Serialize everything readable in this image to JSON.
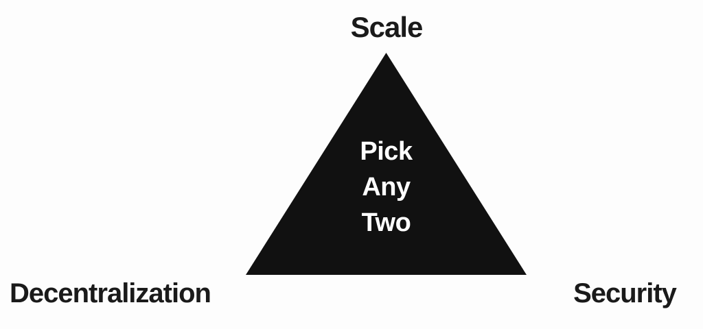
{
  "diagram": {
    "top_label": "Scale",
    "bottom_left_label": "Decentralization",
    "bottom_right_label": "Security",
    "triangle_caption": {
      "line1": "Pick",
      "line2": "Any",
      "line3": "Two"
    },
    "colors": {
      "background": "#fdfdfd",
      "triangle_fill": "#111111",
      "label_text": "#1a1a1a",
      "caption_text": "#ffffff"
    }
  }
}
